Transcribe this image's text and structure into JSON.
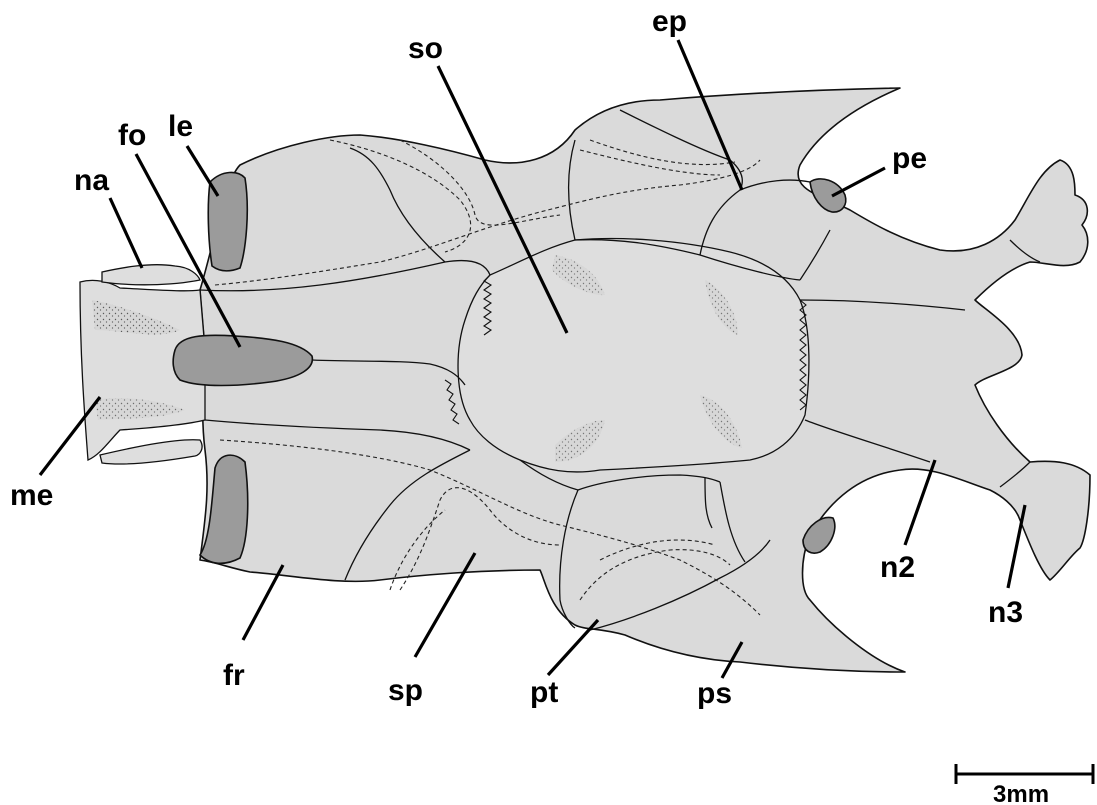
{
  "labels": {
    "so": "so",
    "ep": "ep",
    "le": "le",
    "fo": "fo",
    "pe": "pe",
    "na": "na",
    "me": "me",
    "fr": "fr",
    "sp": "sp",
    "pt": "pt",
    "ps": "ps",
    "n2": "n2",
    "n3": "n3"
  },
  "scale_bar": {
    "label": "3mm"
  },
  "colors": {
    "bone_fill": "#dadada",
    "opening_fill": "#9b9b9b",
    "outline": "#111111",
    "background": "#ffffff"
  }
}
